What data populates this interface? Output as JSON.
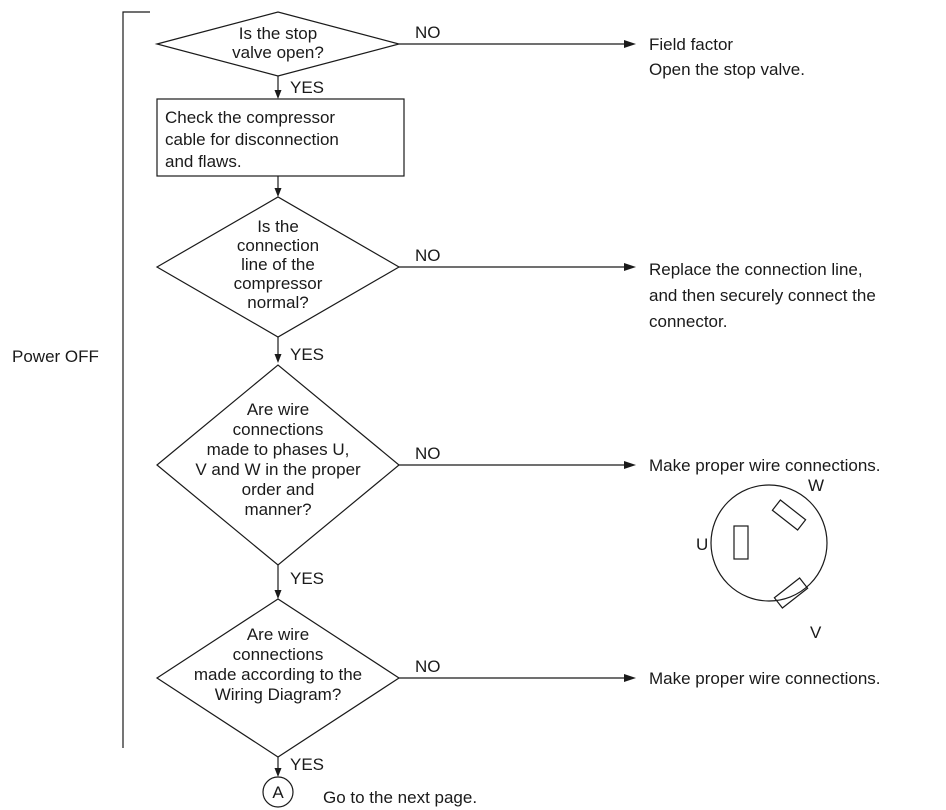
{
  "side_label": "Power OFF",
  "steps": [
    {
      "id": "q1",
      "type": "decision",
      "lines": [
        "Is the stop",
        "valve open?"
      ],
      "no_label": "NO",
      "yes_label": "YES",
      "no_result": [
        "Field factor",
        "Open the stop valve."
      ]
    },
    {
      "id": "p1",
      "type": "process",
      "lines": [
        "Check the compressor",
        "cable for disconnection",
        "and flaws."
      ]
    },
    {
      "id": "q2",
      "type": "decision",
      "lines": [
        "Is the",
        "connection",
        "line of the",
        "compressor",
        "normal?"
      ],
      "no_label": "NO",
      "yes_label": "YES",
      "no_result": [
        "Replace the connection line,",
        "and then securely connect the",
        "connector."
      ]
    },
    {
      "id": "q3",
      "type": "decision",
      "lines": [
        "Are wire",
        "connections",
        "made to phases U,",
        "V and W in the proper",
        "order and",
        "manner?"
      ],
      "no_label": "NO",
      "yes_label": "YES",
      "no_result": [
        "Make proper wire connections."
      ]
    },
    {
      "id": "q4",
      "type": "decision",
      "lines": [
        "Are wire",
        "connections",
        "made according to the",
        "Wiring Diagram?"
      ],
      "no_label": "NO",
      "yes_label": "YES",
      "no_result": [
        "Make proper wire connections."
      ]
    }
  ],
  "terminal": {
    "symbol": "A",
    "text": "Go to the next page."
  },
  "connector": {
    "labels": [
      "U",
      "W",
      "V"
    ]
  }
}
